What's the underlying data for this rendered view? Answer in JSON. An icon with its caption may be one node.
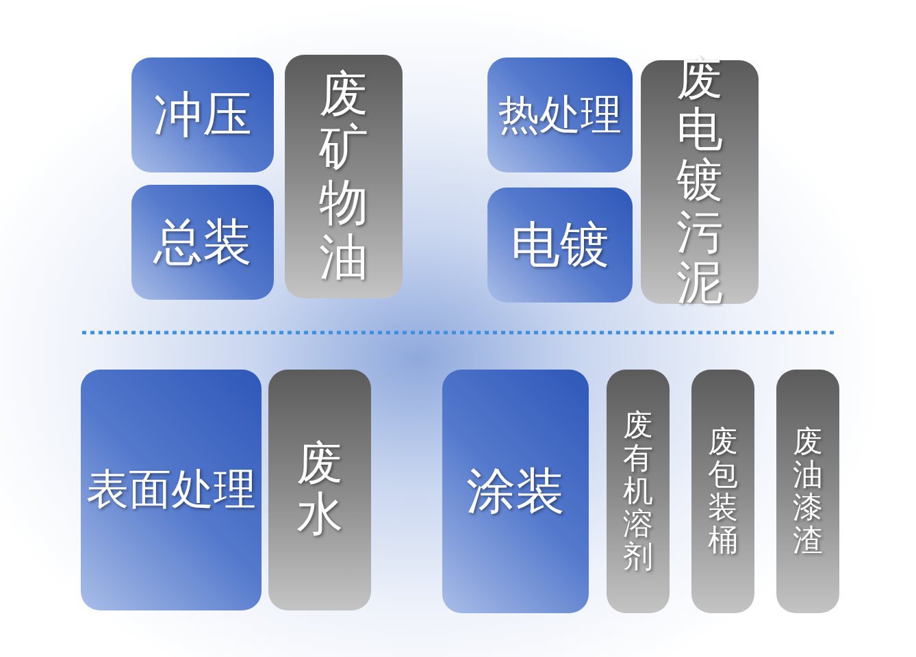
{
  "diagram": {
    "nodes": [
      {
        "text": [
          "冲压"
        ]
      },
      {
        "text": [
          "总装"
        ]
      },
      {
        "text": [
          "废矿物油"
        ]
      },
      {
        "text": [
          "热处理"
        ]
      },
      {
        "text": [
          "电镀"
        ]
      },
      {
        "text": [
          "废电镀污泥"
        ]
      },
      {
        "text": [
          "表面处理"
        ]
      },
      {
        "text": [
          "废水"
        ]
      },
      {
        "text": [
          "涂装"
        ]
      },
      {
        "text": [
          "废有机溶剂"
        ]
      },
      {
        "text": [
          "废包装桶"
        ]
      },
      {
        "text": [
          "废油漆渣"
        ]
      }
    ]
  }
}
